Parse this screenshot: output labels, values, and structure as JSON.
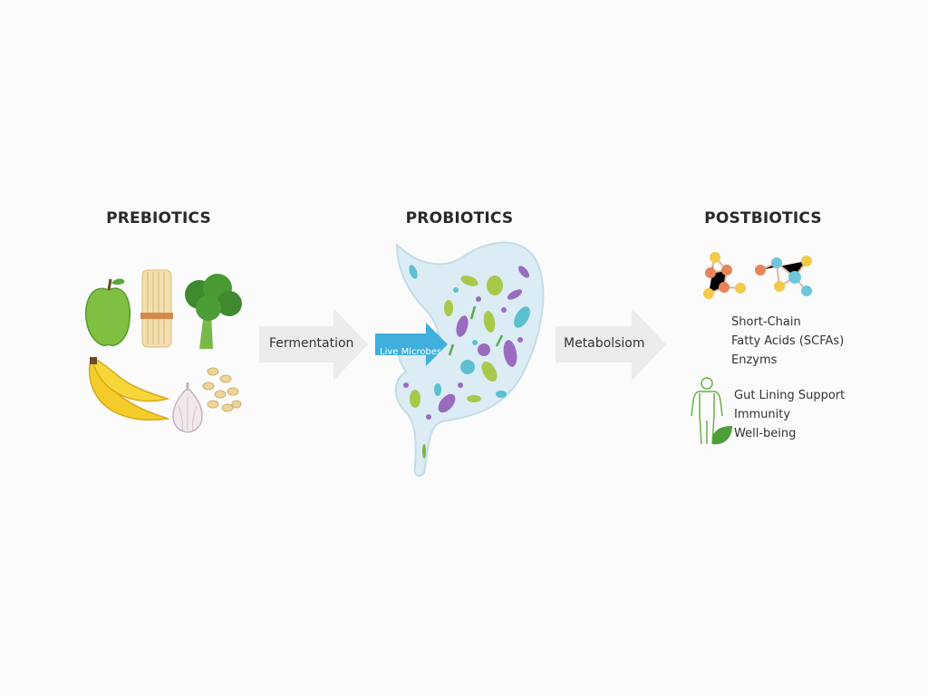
{
  "sections": {
    "prebiotics": {
      "title": "PREBIOTICS"
    },
    "probiotics": {
      "title": "PROBIOTICS"
    },
    "postbiotics": {
      "title": "POSTBIOTICS"
    }
  },
  "arrows": {
    "fermentation": "Fermentation",
    "live_microbes": "Live Microbes",
    "metabolism": "Metabolsiom"
  },
  "postbiotics_list": {
    "compounds": [
      "Short-Chain",
      "Fatty Acids (SCFAs)",
      "Enzyms"
    ],
    "benefits": [
      "Gut Lining Support",
      "Immunity",
      "Well-being"
    ]
  },
  "icons": [
    "apple-icon",
    "fiber-bundle-icon",
    "broccoli-icon",
    "banana-icon",
    "garlic-icon",
    "oats-icon",
    "stomach-icon",
    "molecule-icon",
    "human-body-icon",
    "leaf-icon"
  ],
  "colors": {
    "accent_blue": "#3fb0dc",
    "arrow_gray": "#ececec",
    "microbe_green": "#a8c84a",
    "microbe_purple": "#9a6cc0",
    "microbe_teal": "#5cc0d0"
  }
}
